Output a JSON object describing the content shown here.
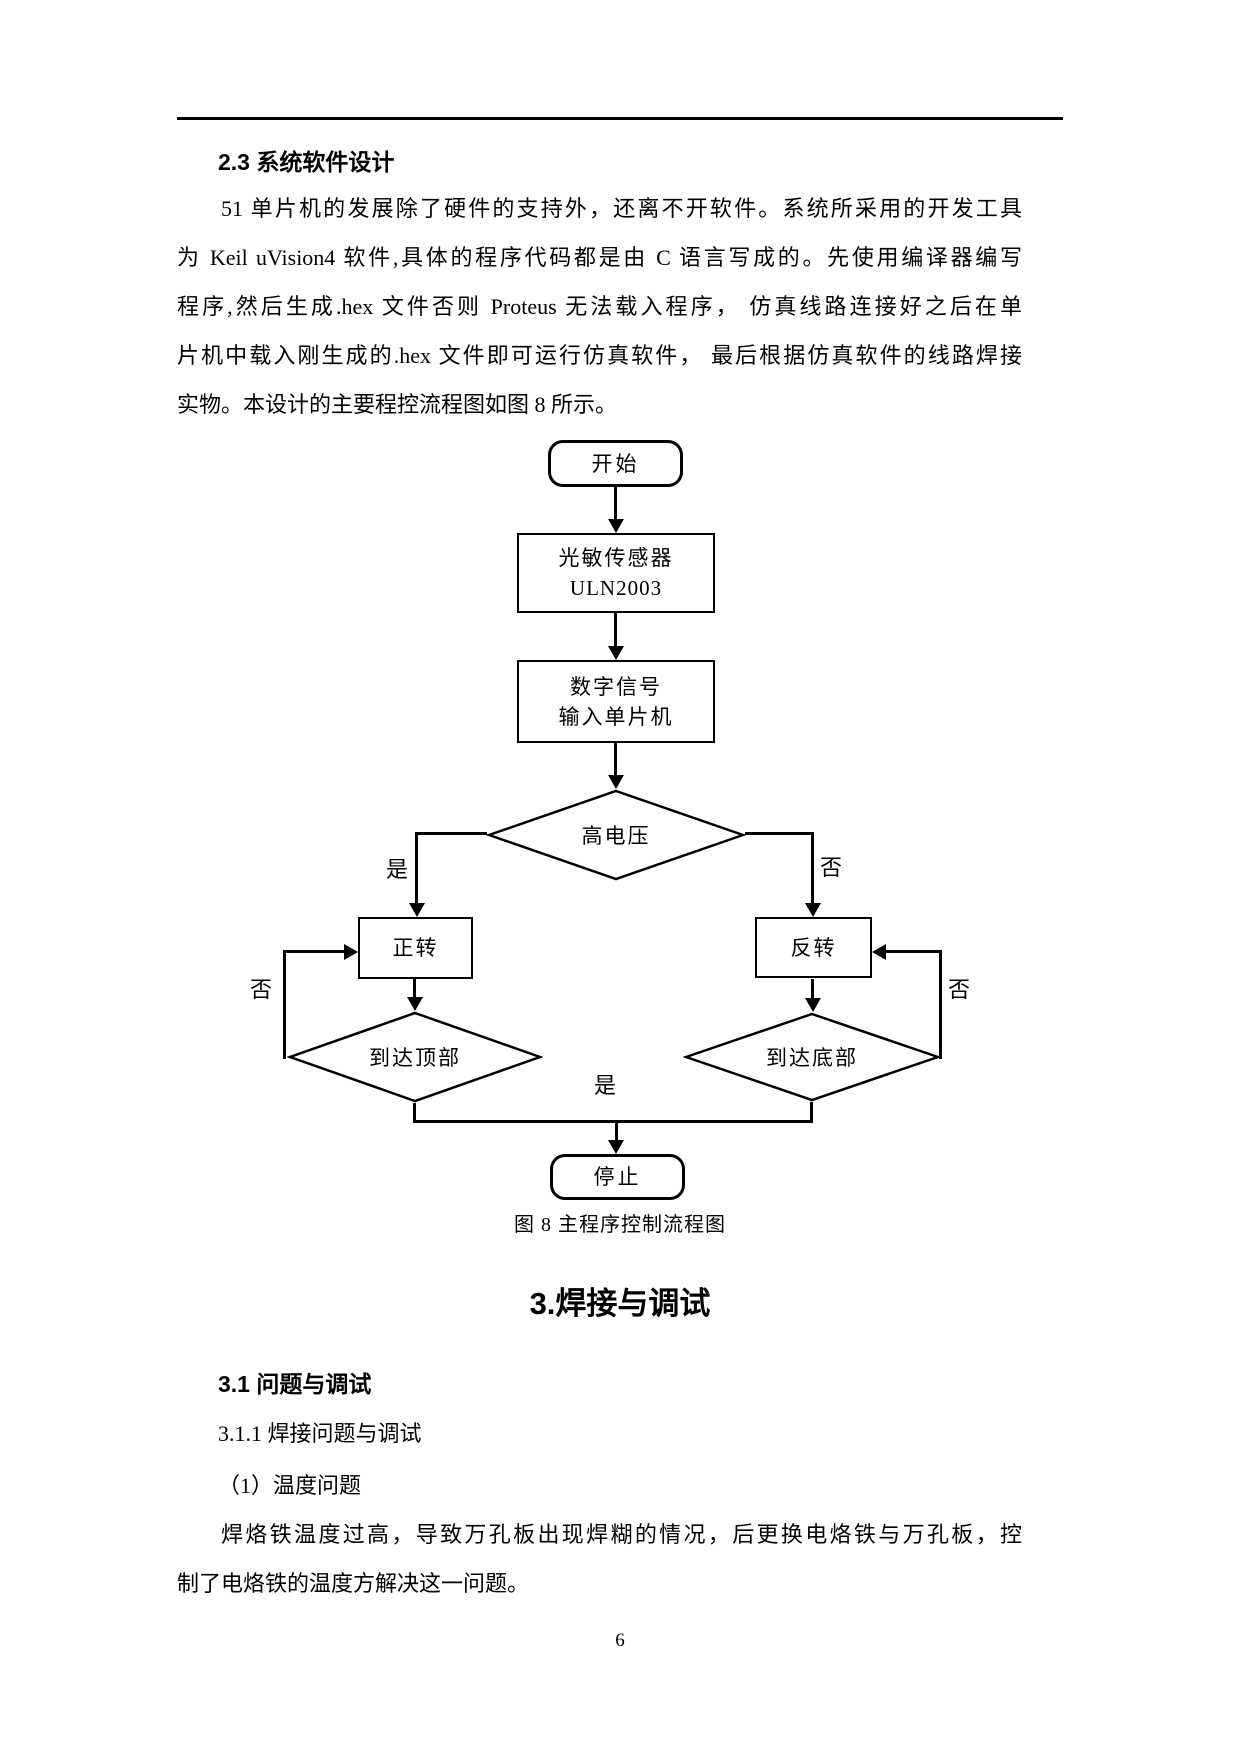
{
  "colors": {
    "ink": "#000000",
    "paper": "#ffffff"
  },
  "page": {
    "number": "6"
  },
  "section2": {
    "heading": "2.3 系统软件设计",
    "paragraph_lines": [
      "51 单片机的发展除了硬件的支持外，还离不开软件。系统所采用的开发工具",
      "为 Keil uVision4 软件,具体的程序代码都是由 C 语言写成的。先使用编译器编写",
      "程序,然后生成.hex 文件否则 Proteus 无法载入程序， 仿真线路连接好之后在单",
      "片机中载入刚生成的.hex 文件即可运行仿真软件， 最后根据仿真软件的线路焊接",
      "实物。本设计的主要程控流程图如图 8 所示。"
    ]
  },
  "flowchart": {
    "caption": "图 8 主程序控制流程图",
    "nodes": {
      "start": "开始",
      "sensor_line1": "光敏传感器",
      "sensor_line2": "ULN2003",
      "signal_line1": "数字信号",
      "signal_line2": "输入单片机",
      "decision_hv": "高电压",
      "forward": "正转",
      "reverse": "反转",
      "reach_top": "到达顶部",
      "reach_bottom": "到达底部",
      "stop": "停止"
    },
    "labels": {
      "yes_left": "是",
      "no_right": "否",
      "no_loop_left": "否",
      "no_loop_right": "否",
      "yes_bottom": "是"
    }
  },
  "section3": {
    "heading": "3.焊接与调试",
    "sub_heading": "3.1 问题与调试",
    "sub_sub_heading": "3.1.1 焊接问题与调试",
    "item_heading": "（1）温度问题",
    "paragraph_lines": [
      "焊烙铁温度过高，导致万孔板出现焊糊的情况，后更换电烙铁与万孔板，控",
      "制了电烙铁的温度方解决这一问题。"
    ]
  }
}
